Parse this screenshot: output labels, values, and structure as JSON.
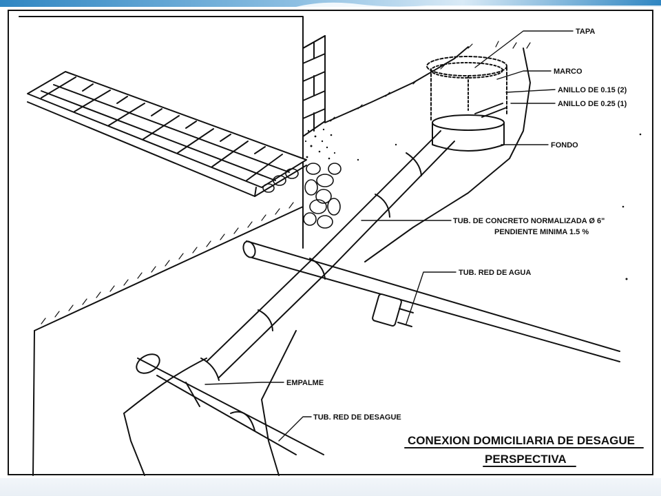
{
  "labels": {
    "tapa": "TAPA",
    "marco": "MARCO",
    "anillo_015": "ANILLO DE 0.15 (2)",
    "anillo_025": "ANILLO DE 0.25 (1)",
    "fondo": "FONDO",
    "tub_concreto": "TUB. DE CONCRETO NORMALIZADA Ø 6\"",
    "pendiente": "PENDIENTE MINIMA 1.5 %",
    "tub_agua": "TUB. RED DE AGUA",
    "empalme": "EMPALME",
    "tub_desague": "TUB. RED DE DESAGUE"
  },
  "title": {
    "line1": "CONEXION DOMICILIARIA DE DESAGUE",
    "line2": "PERSPECTIVA"
  },
  "colors": {
    "ink": "#111111",
    "band_blue": "#3a8fc7",
    "band_light": "#cfe3f2"
  }
}
